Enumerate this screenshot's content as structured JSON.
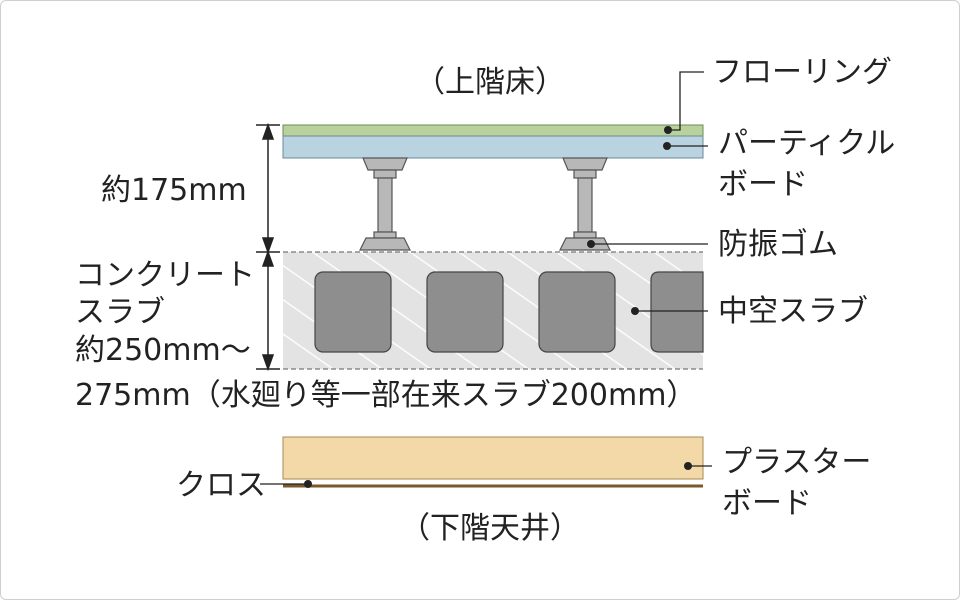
{
  "labels": {
    "upper_floor": "（上階床）",
    "lower_ceiling": "（下階天井）",
    "flooring": "フローリング",
    "particle_board_1": "パーティクル",
    "particle_board_2": "ボード",
    "anti_vibration_rubber": "防振ゴム",
    "hollow_slab": "中空スラブ",
    "plaster_board_1": "プラスター",
    "plaster_board_2": "ボード",
    "cloth": "クロス",
    "height_175": "約175mm",
    "slab_1": "コンクリート",
    "slab_2": "スラブ",
    "slab_3": "約250mm～",
    "slab_4": "275mm（水廻り等一部在来スラブ200mm）"
  },
  "colors": {
    "flooring": "#b9d19a",
    "particle_board": "#b9d3e1",
    "support": "#b5b5b5",
    "slab": "#e3e3e3",
    "hollow": "#8e8e8e",
    "plaster_board": "#f3d9a8",
    "cloth_line": "#7a5a2c",
    "leader": "#222222"
  }
}
